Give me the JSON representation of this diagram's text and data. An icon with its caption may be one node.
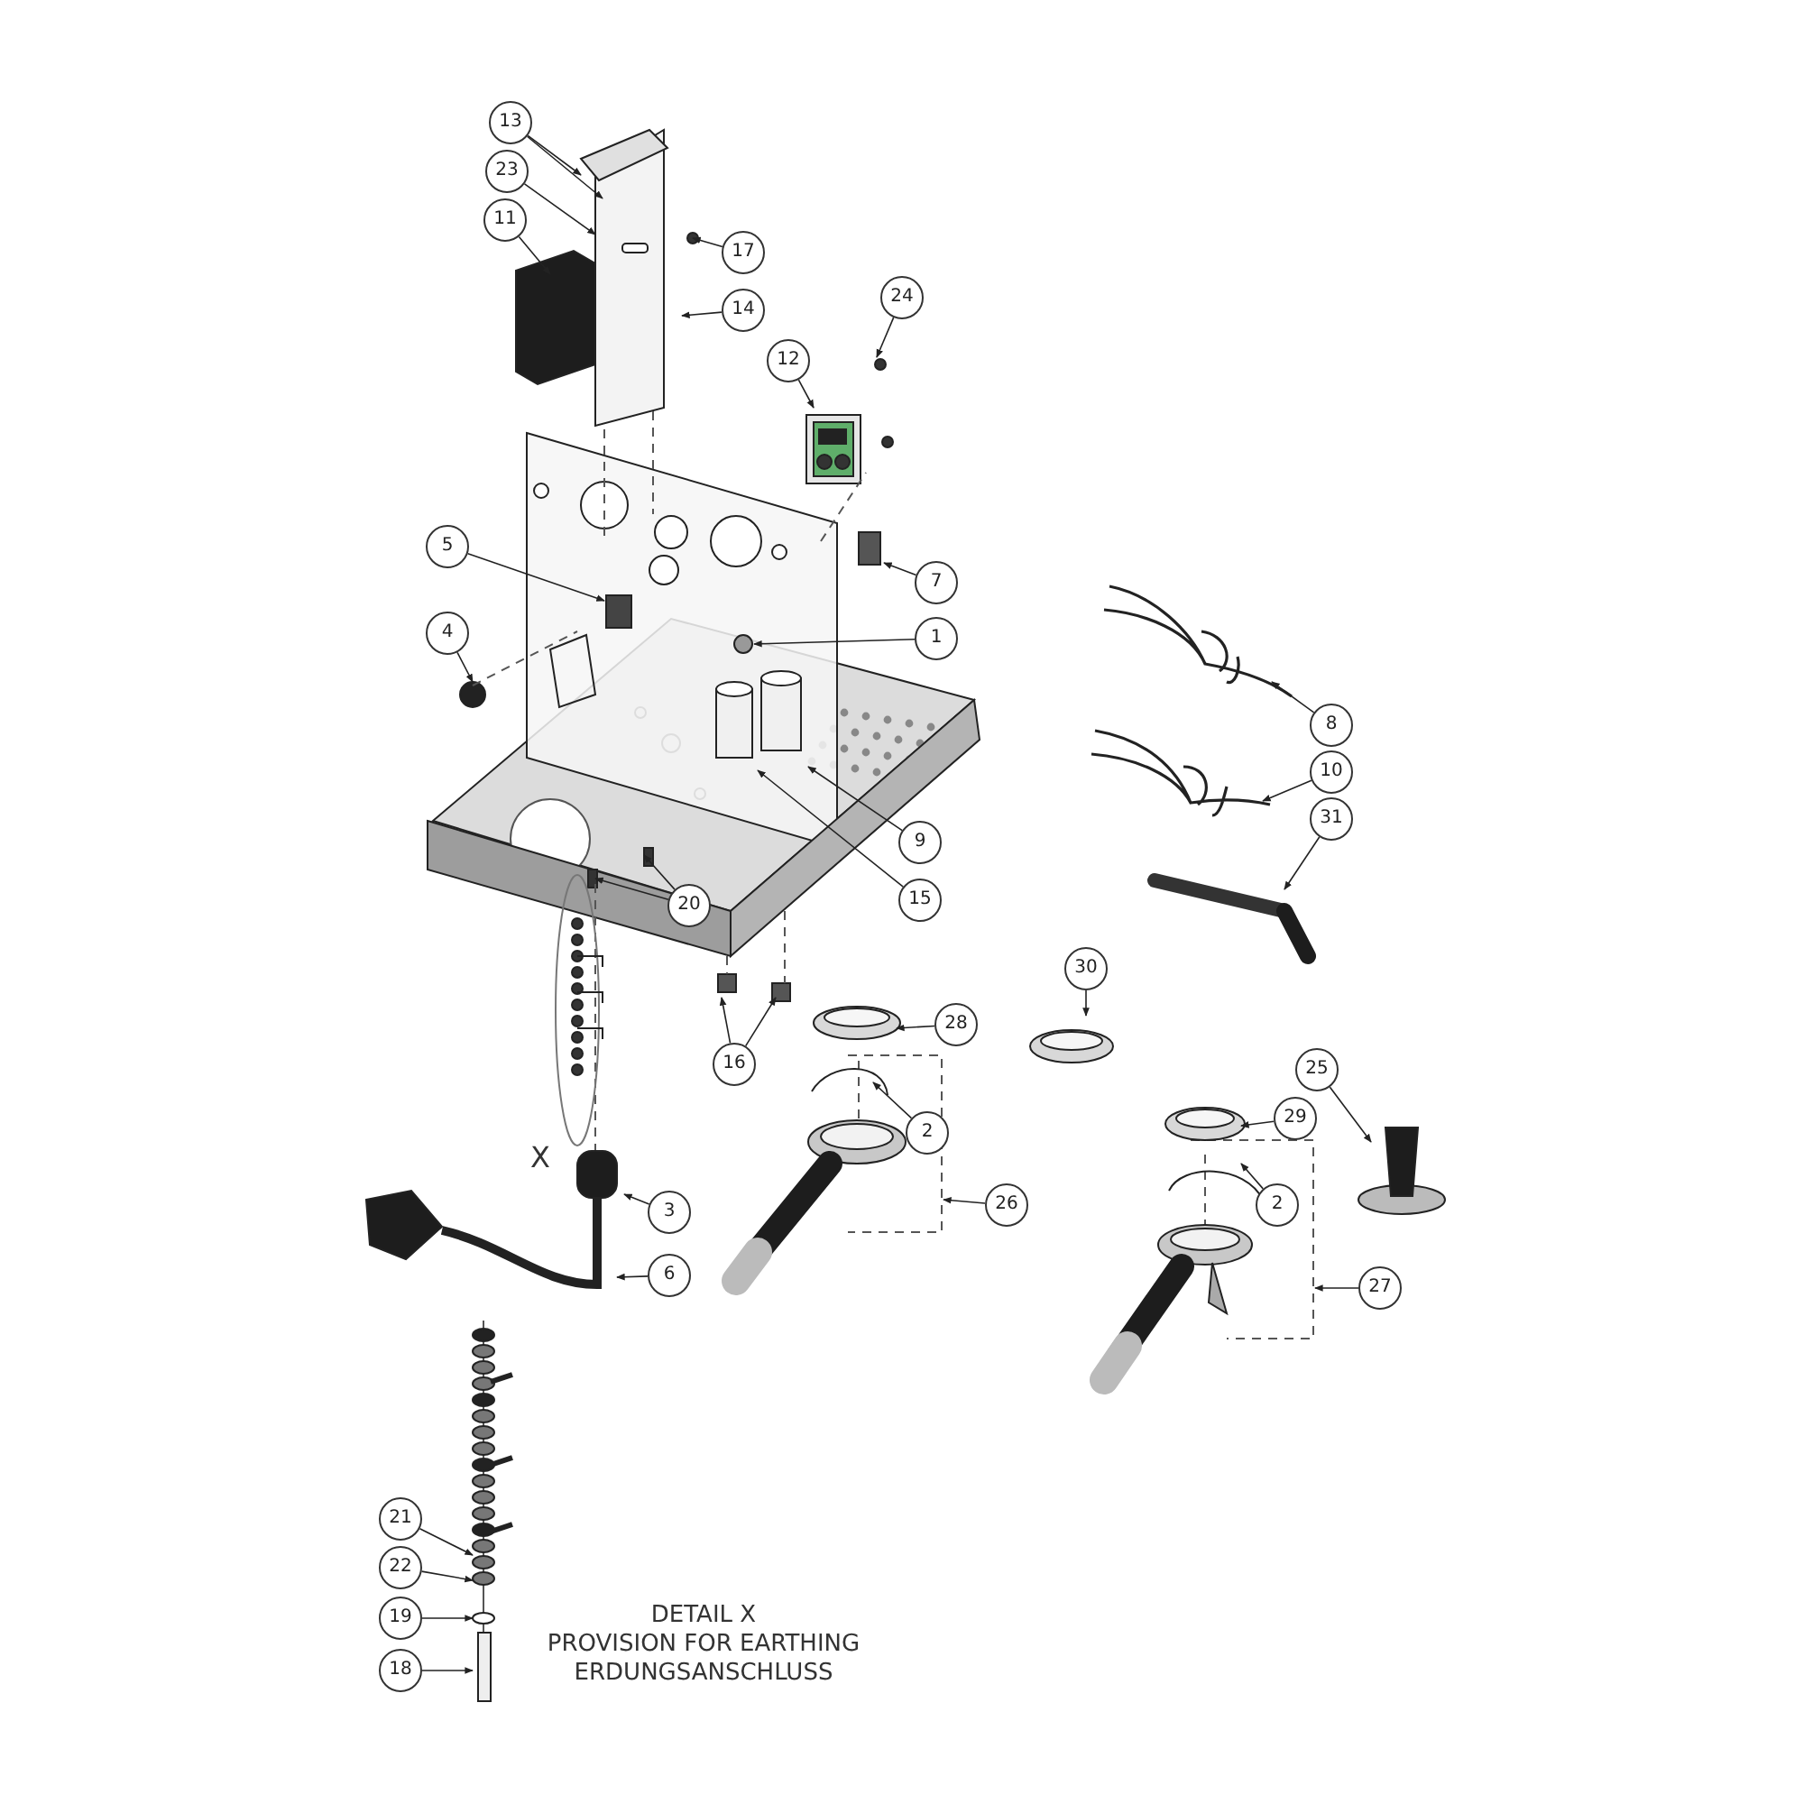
{
  "diagram": {
    "nodes": [
      {
        "text": [
          "13"
        ]
      },
      {
        "text": [
          "23"
        ]
      },
      {
        "text": [
          "11"
        ]
      },
      {
        "text": [
          "17"
        ]
      },
      {
        "text": [
          "14"
        ]
      },
      {
        "text": [
          "24"
        ]
      },
      {
        "text": [
          "12"
        ]
      },
      {
        "text": [
          "5"
        ]
      },
      {
        "text": [
          "7"
        ]
      },
      {
        "text": [
          "4"
        ]
      },
      {
        "text": [
          "1"
        ]
      },
      {
        "text": [
          "8"
        ]
      },
      {
        "text": [
          "10"
        ]
      },
      {
        "text": [
          "31"
        ]
      },
      {
        "text": [
          "9"
        ]
      },
      {
        "text": [
          "20"
        ]
      },
      {
        "text": [
          "15"
        ]
      },
      {
        "text": [
          "30"
        ]
      },
      {
        "text": [
          "28"
        ]
      },
      {
        "text": [
          "16"
        ]
      },
      {
        "text": [
          "25"
        ]
      },
      {
        "text": [
          "2"
        ]
      },
      {
        "text": [
          "29"
        ]
      },
      {
        "text": [
          "26"
        ]
      },
      {
        "text": [
          "3"
        ]
      },
      {
        "text": [
          "2"
        ]
      },
      {
        "text": [
          "27"
        ]
      },
      {
        "text": [
          "6"
        ]
      },
      {
        "text": [
          "21"
        ]
      },
      {
        "text": [
          "22"
        ]
      },
      {
        "text": [
          "19"
        ]
      },
      {
        "text": [
          "18"
        ]
      }
    ],
    "edges": [
      {
        "from": 0,
        "to": null,
        "arrow": "to"
      },
      {
        "from": 0,
        "to": null,
        "arrow": "to"
      },
      {
        "from": 1,
        "to": null,
        "arrow": "to"
      },
      {
        "from": 2,
        "to": null,
        "arrow": "to"
      },
      {
        "from": 3,
        "to": null,
        "arrow": "to"
      },
      {
        "from": 4,
        "to": null,
        "arrow": "to"
      },
      {
        "from": 5,
        "to": null,
        "arrow": "to"
      },
      {
        "from": 6,
        "to": null,
        "arrow": "to"
      },
      {
        "from": 7,
        "to": null,
        "arrow": "to"
      },
      {
        "from": 8,
        "to": null,
        "arrow": "to"
      },
      {
        "from": 9,
        "to": null,
        "arrow": "to"
      },
      {
        "from": 10,
        "to": null,
        "arrow": "to"
      },
      {
        "from": 11,
        "to": null,
        "arrow": "to"
      },
      {
        "from": 12,
        "to": null,
        "arrow": "to"
      },
      {
        "from": 13,
        "to": null,
        "arrow": "to"
      },
      {
        "from": 14,
        "to": null,
        "arrow": "to"
      },
      {
        "from": 15,
        "to": null,
        "arrow": "to"
      },
      {
        "from": 15,
        "to": null,
        "arrow": "to"
      },
      {
        "from": 16,
        "to": null,
        "arrow": "to"
      },
      {
        "from": 17,
        "to": null,
        "arrow": "to"
      },
      {
        "from": 18,
        "to": null,
        "arrow": "to"
      },
      {
        "from": 19,
        "to": null,
        "arrow": "to"
      },
      {
        "from": 19,
        "to": null,
        "arrow": "to"
      },
      {
        "from": 20,
        "to": null,
        "arrow": "to"
      },
      {
        "from": 21,
        "to": null,
        "arrow": "to"
      },
      {
        "from": 22,
        "to": null,
        "arrow": "to"
      },
      {
        "from": 23,
        "to": null,
        "arrow": "to"
      },
      {
        "from": 24,
        "to": null,
        "arrow": "to"
      },
      {
        "from": 25,
        "to": null,
        "arrow": "to"
      },
      {
        "from": 26,
        "to": null,
        "arrow": "to"
      },
      {
        "from": 27,
        "to": null,
        "arrow": "to"
      },
      {
        "from": 28,
        "to": null,
        "arrow": "to"
      },
      {
        "from": 29,
        "to": null,
        "arrow": "to"
      },
      {
        "from": 30,
        "to": null,
        "arrow": "to"
      },
      {
        "from": 31,
        "to": null,
        "arrow": "to"
      }
    ],
    "labels": [
      "X",
      "DETAIL X",
      "PROVISION FOR EARTHING",
      "ERDUNGSANSCHLUSS"
    ]
  }
}
